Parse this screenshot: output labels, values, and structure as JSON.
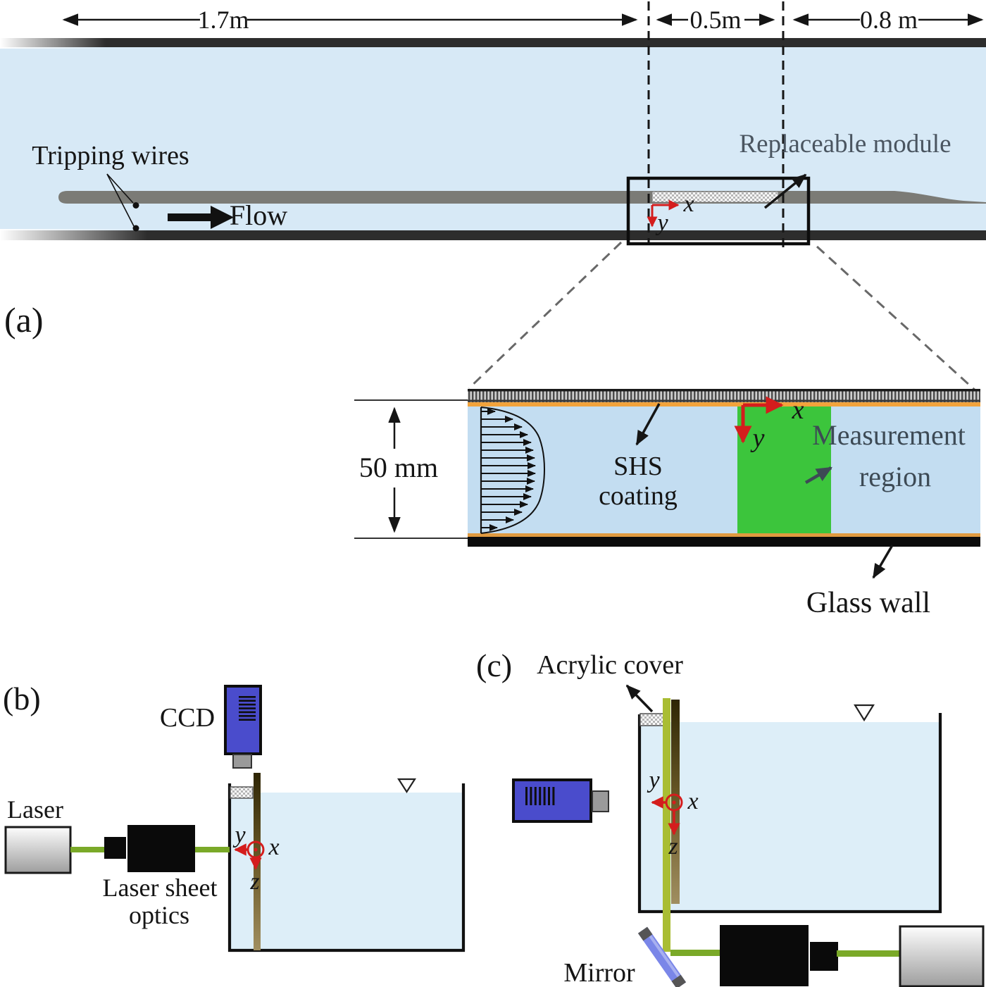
{
  "figure": {
    "panel_a_label": "(a)",
    "panel_b_label": "(b)",
    "panel_c_label": "(c)"
  },
  "top_view": {
    "dim_length_upstream": "1.7m",
    "dim_length_module": "0.5m",
    "dim_length_downstream": "0.8 m",
    "tripping_wires_label": "Tripping wires",
    "flow_label": "Flow",
    "replaceable_module_label": "Replaceable module",
    "axis_x": "x",
    "axis_y": "y"
  },
  "inset": {
    "height_label": "50 mm",
    "shs_line1": "SHS",
    "shs_line2": "coating",
    "measurement_line1": "Measurement",
    "measurement_line2": "region",
    "glass_wall_label": "Glass wall",
    "axis_x": "x",
    "axis_y": "y"
  },
  "panel_b": {
    "ccd_label": "CCD",
    "laser_label": "Laser",
    "optics_line1": "Laser sheet",
    "optics_line2": "optics",
    "axis_x": "x",
    "axis_y": "y",
    "axis_z": "z"
  },
  "panel_c": {
    "acrylic_cover_label": "Acrylic cover",
    "mirror_label": "Mirror",
    "axis_x": "x",
    "axis_y": "y",
    "axis_z": "z"
  },
  "colors": {
    "water": "#d7e9f6",
    "inset_water": "#c3ddf1",
    "tank_water": "#ddeef8",
    "measurement_green": "#3cc53c",
    "shs_orange": "#f2a33c",
    "axis_red": "#d41d1d",
    "camera_blue": "#4a4ccc",
    "laser_beam_green": "#7aa928",
    "laser_sheet_green": "#a9bd33",
    "mirror_blue": "#7a86e8",
    "plate_gray": "#7b7b76",
    "wall_dark": "#2d2d2d"
  }
}
